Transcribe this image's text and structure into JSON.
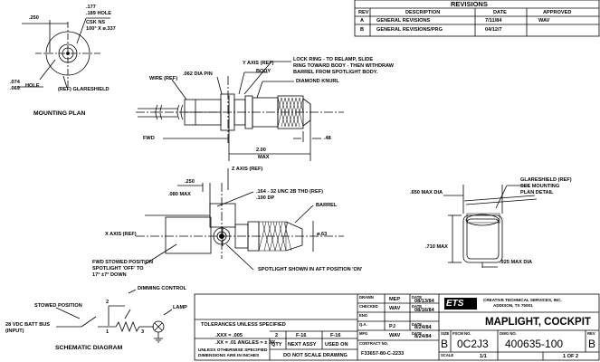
{
  "revisions": {
    "title": "REVISIONS",
    "headers": {
      "rev": "REV",
      "description": "DESCRIPTION",
      "date": "DATE",
      "approved": "APPROVED"
    },
    "rows": [
      {
        "rev": "A",
        "description": "GENERAL REVISIONS",
        "date": "7/11/84",
        "approved": "WAV"
      },
      {
        "rev": "B",
        "description": "GENERAL REVISIONS/PRG",
        "date": "04/12/7",
        "approved": ""
      }
    ]
  },
  "mounting_plan": {
    "title": "MOUNTING PLAN",
    "dim_250": ".250",
    "hole_spec": [
      ".177",
      ".189 HOLE",
      "CSK NS",
      "100° X ø.337"
    ],
    "hole_dims": [
      ".074",
      ".069"
    ],
    "hole_label": "HOLE",
    "glareshield": "(REF) GLARESHIELD"
  },
  "side_view": {
    "pin": ".062 DIA PIN",
    "wire": "WIRE (REF)",
    "y_axis": "Y AXIS (REF)",
    "body": "BODY",
    "lock_ring": [
      "LOCK RING - TO RELAMP, SLIDE",
      "RING TOWARD BODY - THEN WITHDRAW",
      "BARREL FROM SPOTLIGHT BODY."
    ],
    "knurl": "DIAMOND KNURL",
    "fwd": "FWD",
    "dim_2_00": "2.00",
    "max": "MAX",
    "dim_48": ".48",
    "z_axis": "Z AXIS (REF)"
  },
  "front_view": {
    "dim_250": ".250",
    "dim_080": ".080 MAX",
    "thread": [
      ".164 - 32 UNC 2B THD (REF)",
      ".190 DP"
    ],
    "barrel": "BARREL",
    "x_axis": "X AXIS (REF)",
    "dim_63": "ø.63",
    "stowed": [
      "FWD STOWED POSITION",
      "SPOTLIGHT 'OFF' TO",
      "17° ±7° DOWN"
    ],
    "aft": "SPOTLIGHT SHOWN IN AFT POSITION 'ON'"
  },
  "detail_view": {
    "max_dia_650": ".650 MAX DIA",
    "glareshield": [
      "GLARESHIELD (REF)",
      "SEE MOUNTING",
      "PLAN DETAIL"
    ],
    "max_710": ".710 MAX",
    "max_dia_925": ".925 MAX DIA"
  },
  "schematic": {
    "title": "SCHEMATIC DIAGRAM",
    "stowed": "STOWED POSITION",
    "dimming": "DIMMING CONTROL",
    "lamp": "LAMP",
    "bus": [
      "28 VDC BATT BUS",
      "(INPUT)"
    ],
    "pins": [
      "1",
      "2",
      "3"
    ]
  },
  "title_block": {
    "tolerances": "TOLERANCES UNLESS SPECIFIED",
    "tol_line1": ".XXX = .005",
    ".": "",
    "tol_line2": ".XX = .01    ANGLES = ± 30'",
    "dims_note": [
      "UNLESS OTHERWISE SPECIFIED",
      "DIMENSIONS ARE IN INCHES"
    ],
    "qty": "QTY",
    "next_assy": "NEXT ASSY",
    "used_on": "USED ON",
    "qty_val": "2",
    "next_assy_val": "F-16",
    "used_on_val": "F-16",
    "no_scale": "DO NOT SCALE DRAWING",
    "contract": "CONTRACT NO.",
    "contract_val": "F33657-80-C-2233",
    "drawn": "DRAWN",
    "drawn_by": "MEP",
    "drawn_date": "08/13/84",
    "checked": "CHECKED",
    "checked_by": "WAV",
    "checked_date": "08/16/84",
    "engr": "ENG",
    "qa": "Q.A.",
    "qa_by": "PJ",
    "qa_date": "8/24/84",
    "mfg": "MFG",
    "other_by": "WAV",
    "other_date": "8/24/84",
    "date": "DATE",
    "logo": "ETS",
    "company": [
      "CREATIVE TECHNICAL SERVICES, INC.",
      "ADDISON, TX 75001"
    ],
    "title": "MAPLIGHT, COCKPIT",
    "size_label": "SIZE",
    "size": "B",
    "cage_label": "FSCM NO.",
    "cage": "0C2J3",
    "dwg_label": "DWG NO.",
    "dwg": "400635-100",
    "rev_label": "REV",
    "rev": "B",
    "scale_label": "SCALE",
    "scale": "1/1",
    "sheet": "1 OF 2"
  }
}
